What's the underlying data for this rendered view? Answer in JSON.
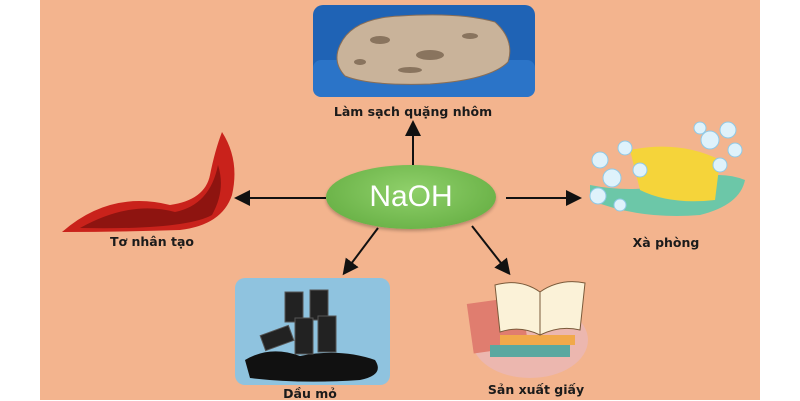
{
  "center": {
    "label": "NaOH",
    "color": "#6DB548"
  },
  "nodes": [
    {
      "label": "Làm sạch quặng nhôm",
      "icon": "ore-rock-image"
    },
    {
      "label": "Tơ nhân tạo",
      "icon": "red-silk-cloth-image"
    },
    {
      "label": "Xà phòng",
      "icon": "soap-bubbles-image"
    },
    {
      "label": "Dầu mỏ",
      "icon": "oil-barrels-image"
    },
    {
      "label": "Sản xuất giấy",
      "icon": "books-paper-image"
    }
  ],
  "colors": {
    "background": "#F3B48E",
    "arrow": "#111111"
  }
}
